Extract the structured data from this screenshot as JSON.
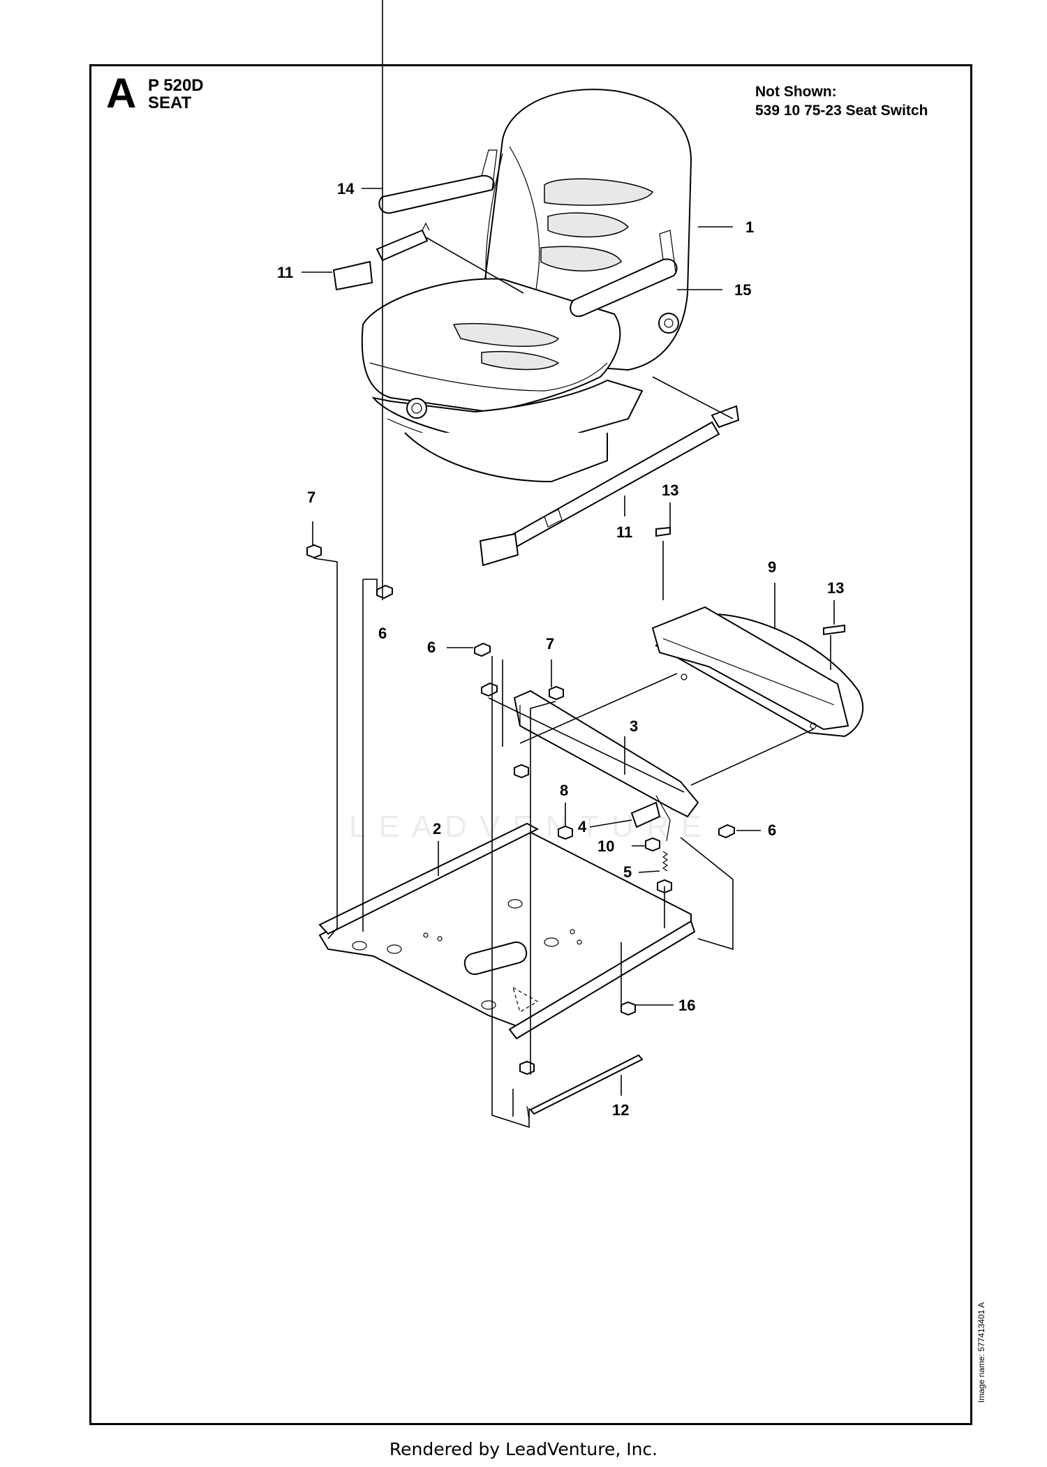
{
  "header": {
    "section_letter": "A",
    "model": "P 520D",
    "title": "SEAT"
  },
  "not_shown": {
    "heading": "Not Shown:",
    "item": "539 10 75-23 Seat Switch"
  },
  "image_name": "Image name: 577413401 A",
  "watermark": "LEADVENTURE",
  "footer": "Rendered by LeadVenture, Inc.",
  "callouts": [
    {
      "id": "c14",
      "label": "14"
    },
    {
      "id": "c1",
      "label": "1"
    },
    {
      "id": "c11a",
      "label": "11"
    },
    {
      "id": "c15",
      "label": "15"
    },
    {
      "id": "c7a",
      "label": "7"
    },
    {
      "id": "c13a",
      "label": "13"
    },
    {
      "id": "c11b",
      "label": "11"
    },
    {
      "id": "c9",
      "label": "9"
    },
    {
      "id": "c13b",
      "label": "13"
    },
    {
      "id": "c6a",
      "label": "6"
    },
    {
      "id": "c6b",
      "label": "6"
    },
    {
      "id": "c7b",
      "label": "7"
    },
    {
      "id": "c3",
      "label": "3"
    },
    {
      "id": "c8",
      "label": "8"
    },
    {
      "id": "c2",
      "label": "2"
    },
    {
      "id": "c4",
      "label": "4"
    },
    {
      "id": "c10",
      "label": "10"
    },
    {
      "id": "c6c",
      "label": "6"
    },
    {
      "id": "c5",
      "label": "5"
    },
    {
      "id": "c16",
      "label": "16"
    },
    {
      "id": "c12",
      "label": "12"
    }
  ]
}
